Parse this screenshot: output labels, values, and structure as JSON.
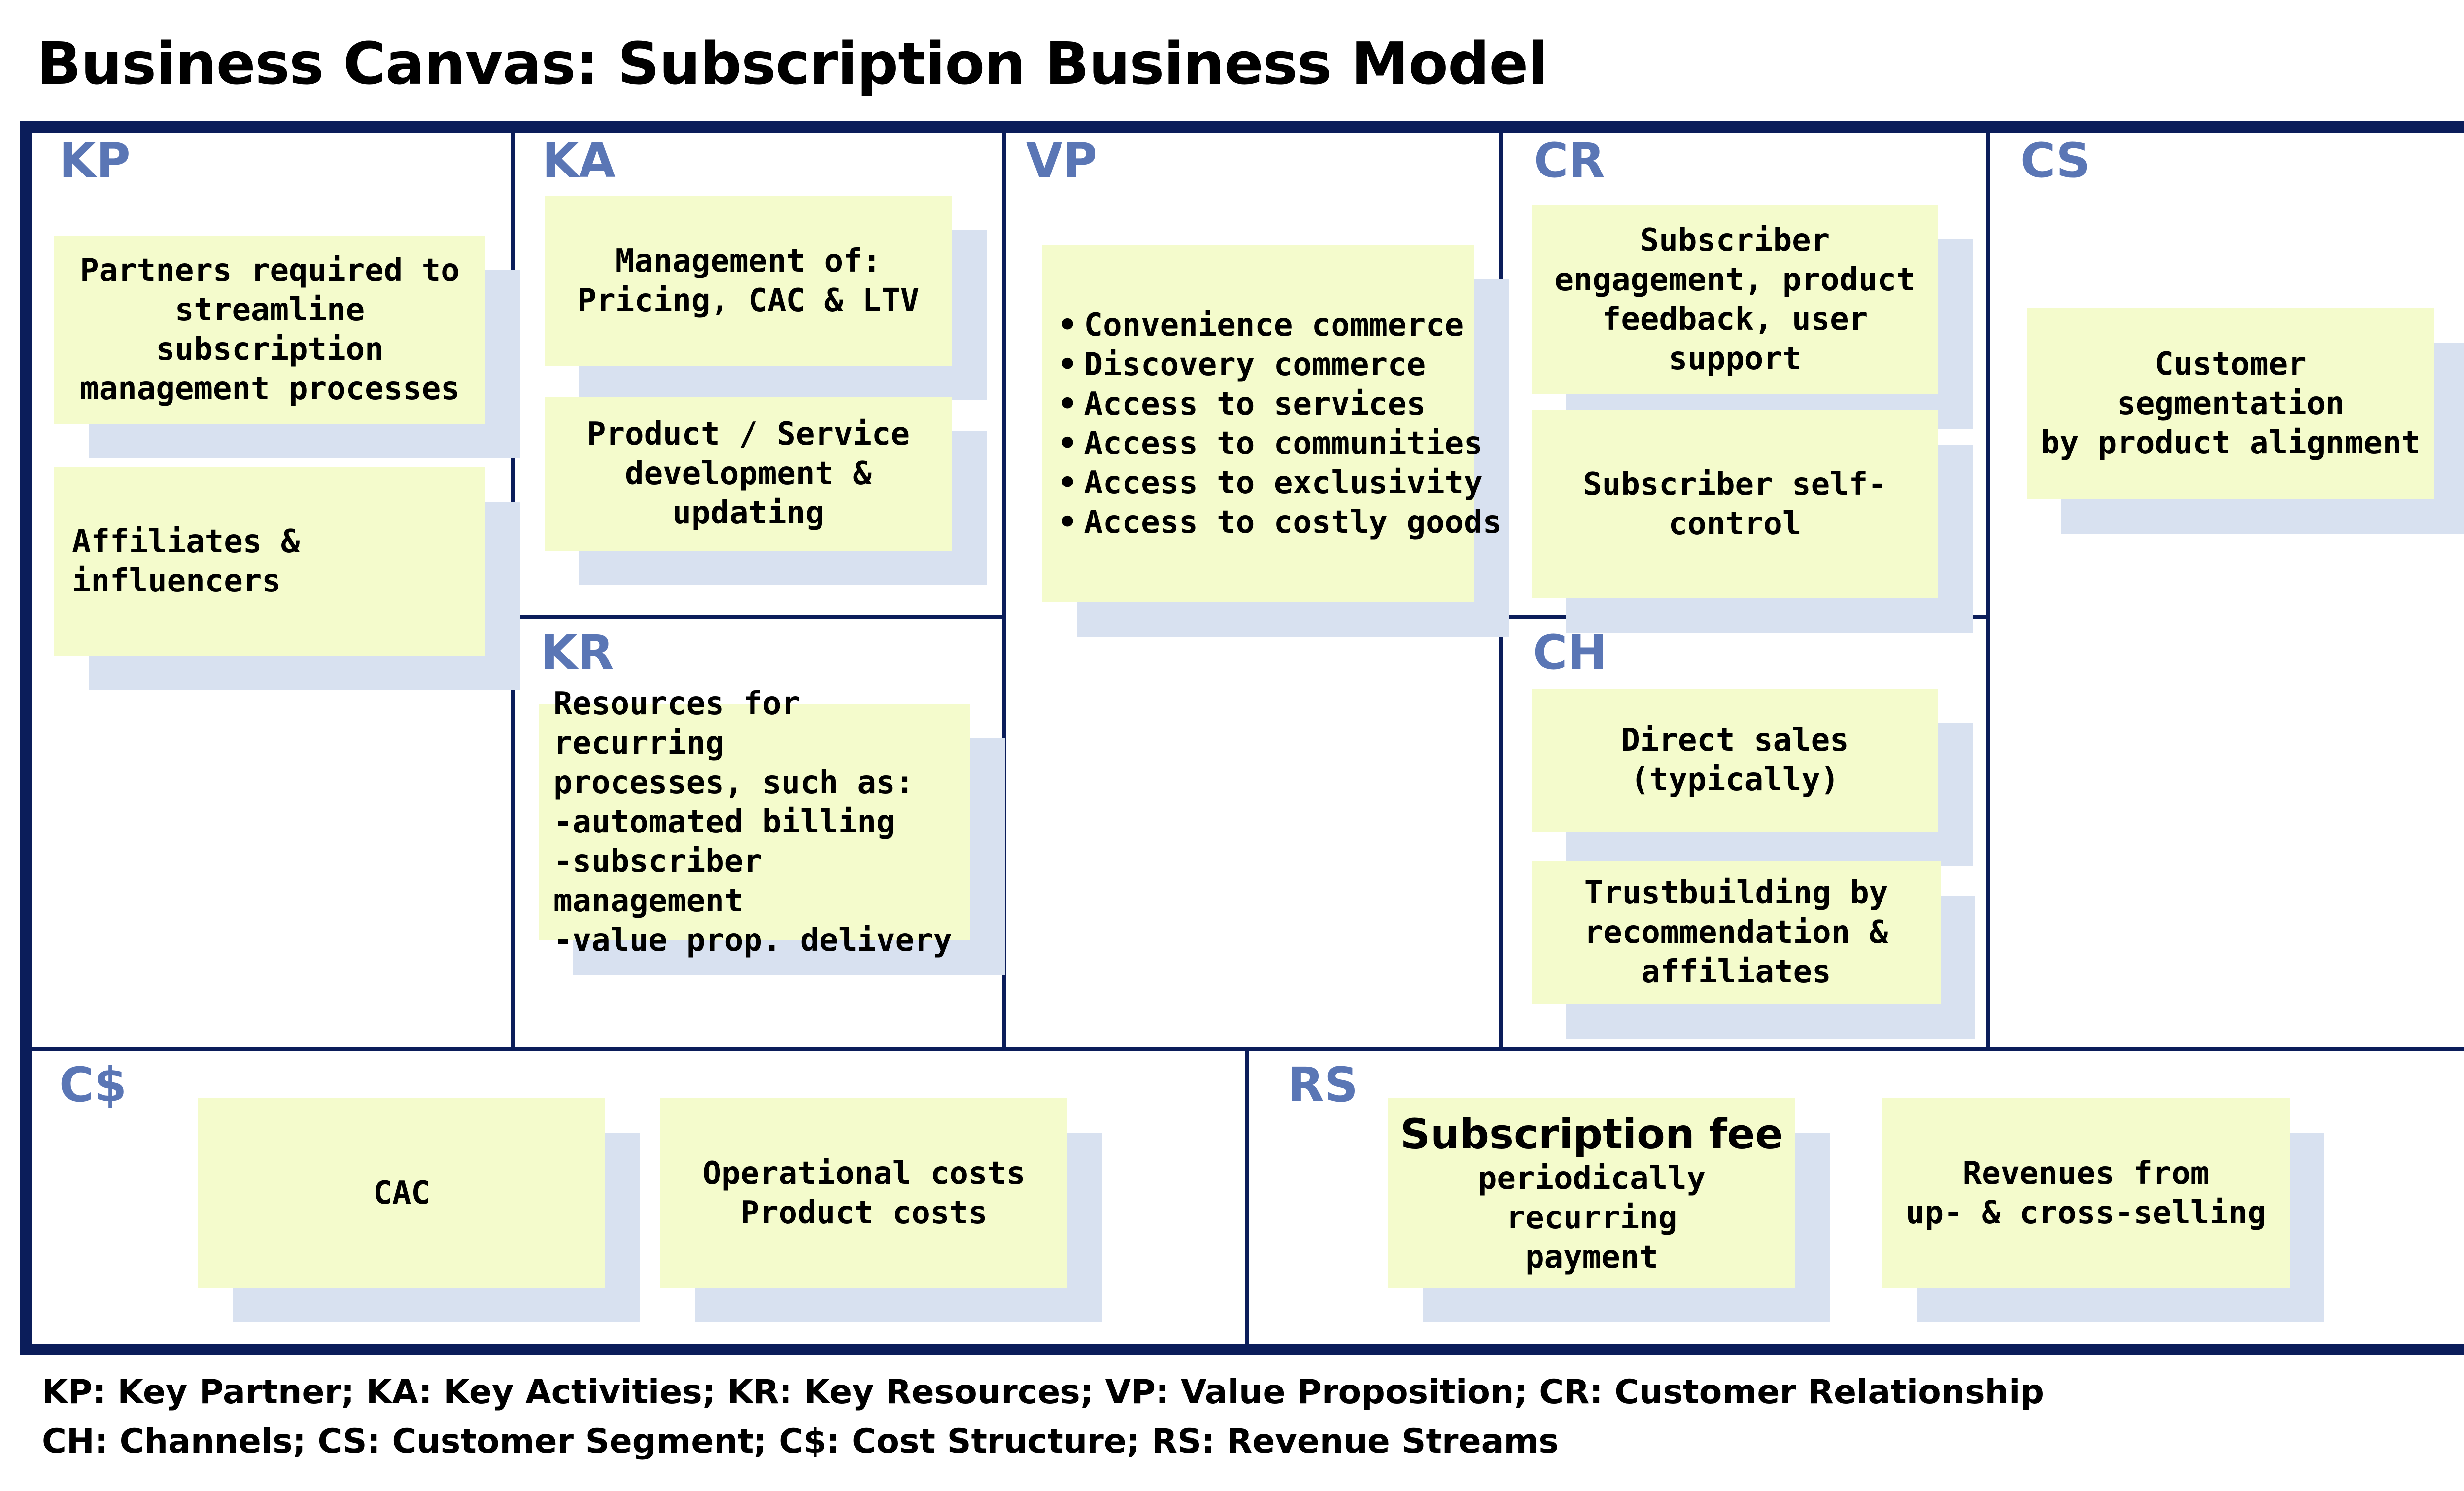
{
  "title": "Business Canvas: Subscription Business Model",
  "labels": {
    "kp": "KP",
    "ka": "KA",
    "kr": "KR",
    "vp": "VP",
    "cr": "CR",
    "ch": "CH",
    "cs": "CS",
    "cost": "C$",
    "rs": "RS"
  },
  "notes": {
    "kp1": "Partners required to\nstreamline subscription\nmanagement processes",
    "kp2": "Affiliates & influencers",
    "ka1": "Management of:\nPricing, CAC & LTV",
    "ka2": "Product / Service\ndevelopment & updating",
    "kr1": "Resources for recurring\nprocesses, such as:\n-automated billing\n-subscriber management\n-value prop. delivery",
    "vp_items": [
      "Convenience commerce",
      "Discovery commerce",
      "Access to services",
      "Access to communities",
      "Access to exclusivity",
      "Access to costly goods"
    ],
    "cr1": "Subscriber\nengagement, product\nfeedback, user support",
    "cr2": "Subscriber self-control",
    "ch1": "Direct sales (typically)",
    "ch2": "Trustbuilding by\nrecommendation &\naffiliates",
    "cs1": "Customer segmentation\nby product alignment",
    "cost1": "CAC",
    "cost2": "Operational costs\nProduct costs",
    "rs1_title": "Subscription fee",
    "rs1_sub": "periodically recurring\npayment",
    "rs2": "Revenues from\nup- & cross-selling"
  },
  "legend": {
    "line1": "KP: Key Partner; KA: Key Activities; KR: Key Resources; VP: Value Proposition; CR: Customer Relationship",
    "line2": "CH: Channels; CS: Customer Segment; C$: Cost Structure; RS: Revenue Streams"
  },
  "colors": {
    "border": "#0b1d5a",
    "label": "#5a76b5",
    "note": "#f4fbcc",
    "shadow": "#d8e1f0"
  }
}
